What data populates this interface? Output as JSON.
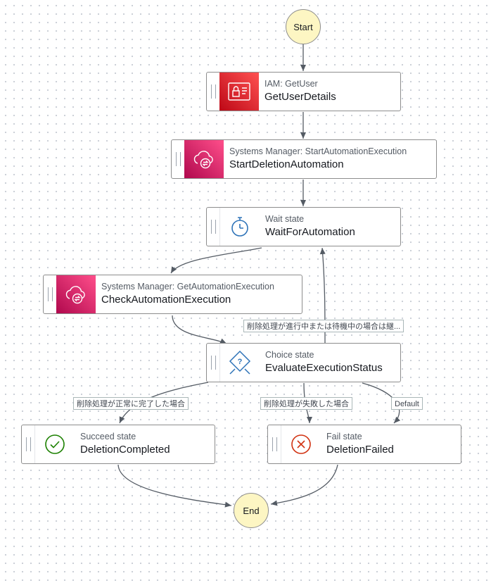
{
  "start": {
    "label": "Start"
  },
  "end": {
    "label": "End"
  },
  "states": [
    {
      "service": "IAM: GetUser",
      "name": "GetUserDetails",
      "icon": "iam-permissions-icon"
    },
    {
      "service": "Systems Manager: StartAutomationExecution",
      "name": "StartDeletionAutomation",
      "icon": "systems-manager-automation-icon"
    },
    {
      "service": "Wait state",
      "name": "WaitForAutomation",
      "icon": "stopwatch-icon"
    },
    {
      "service": "Systems Manager: GetAutomationExecution",
      "name": "CheckAutomationExecution",
      "icon": "systems-manager-automation-icon"
    },
    {
      "service": "Choice state",
      "name": "EvaluateExecutionStatus",
      "icon": "choice-diamond-icon"
    },
    {
      "service": "Succeed state",
      "name": "DeletionCompleted",
      "icon": "check-circle-icon"
    },
    {
      "service": "Fail state",
      "name": "DeletionFailed",
      "icon": "x-circle-icon"
    }
  ],
  "edge_labels": {
    "in_progress": "削除処理が進行中または待機中の場合は継...",
    "success": "削除処理が正常に完了した場合",
    "failed": "削除処理が失敗した場合",
    "default": "Default"
  },
  "colors": {
    "terminal_fill": "#fdf6c3",
    "iam_gradient": [
      "#bd0816",
      "#ff5252"
    ],
    "ssm_gradient": [
      "#b0084d",
      "#ff4f8b"
    ],
    "wait_icon": "#2e73b8",
    "succeed_icon": "#1d8102",
    "fail_icon": "#d13212",
    "edge": "#545b64"
  }
}
